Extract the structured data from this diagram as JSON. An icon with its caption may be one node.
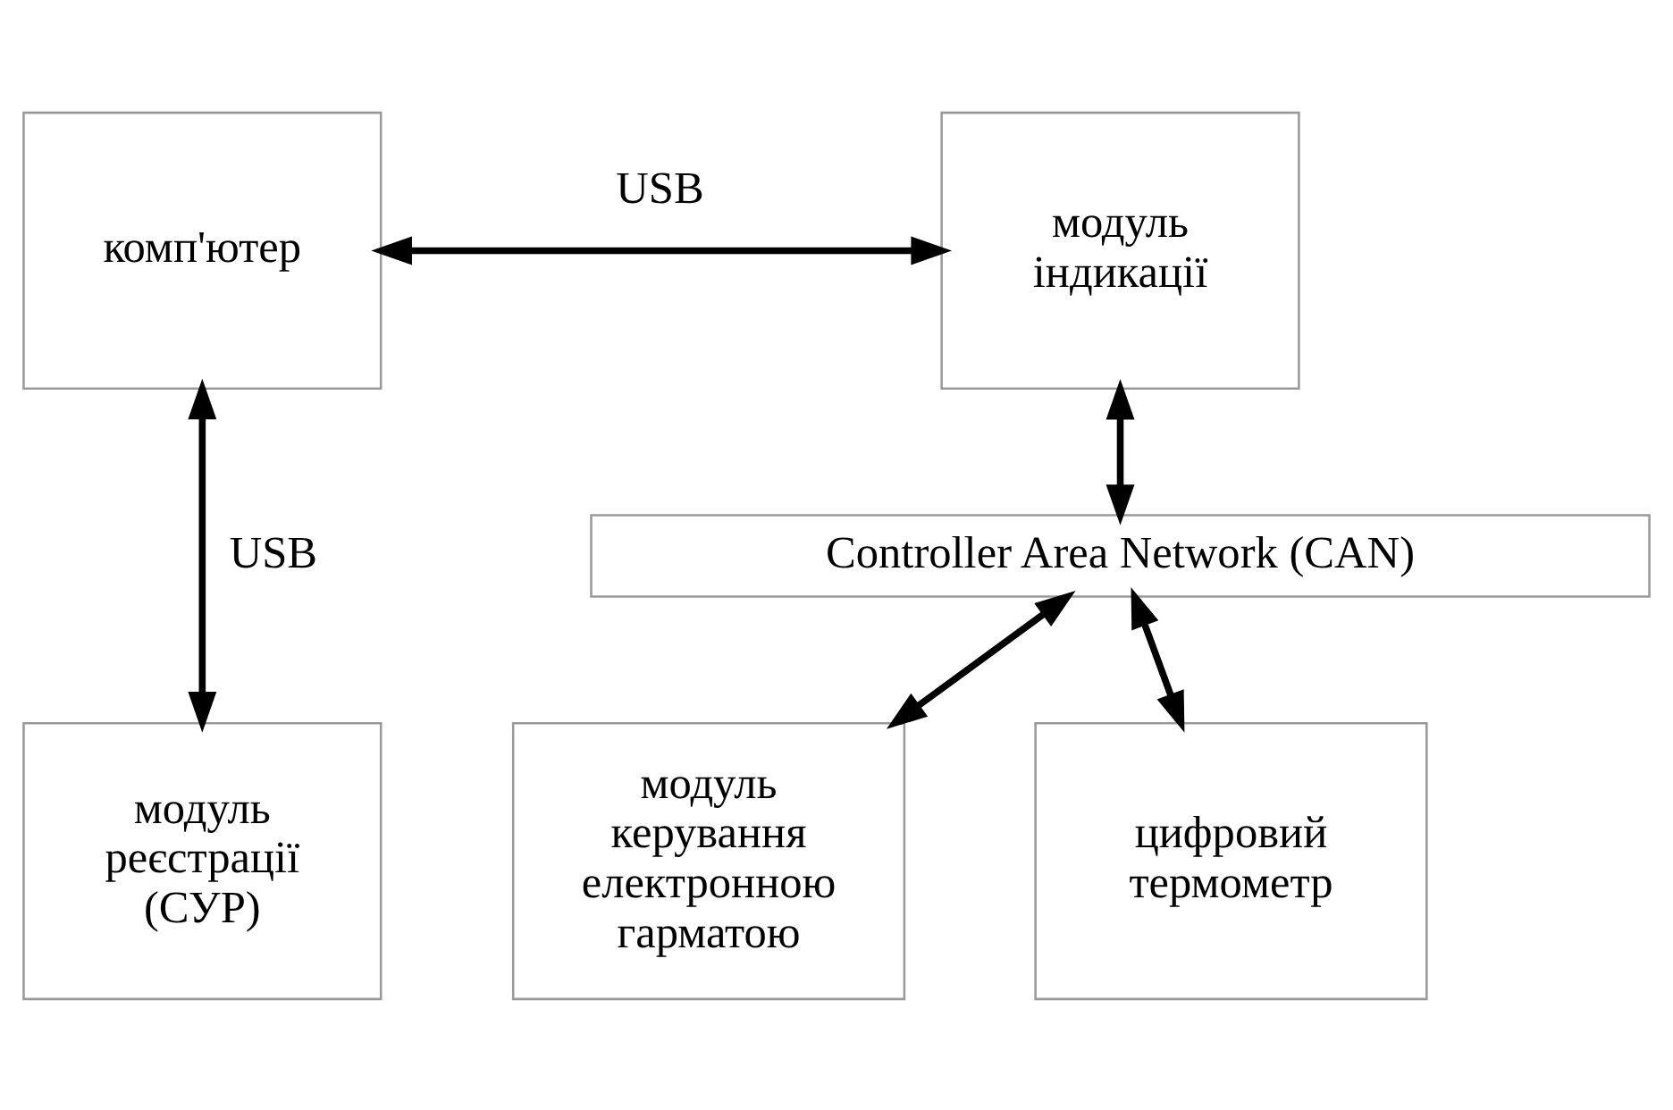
{
  "diagram": {
    "nodes": [
      {
        "text": [
          "комп'ютер"
        ]
      },
      {
        "text": [
          "модуль індикації"
        ]
      },
      {
        "text": [
          "Controller Area Network (CAN)"
        ]
      },
      {
        "text": [
          "модуль реєстрації (СУР)"
        ]
      },
      {
        "text": [
          "модуль керування електронною гарматою"
        ]
      },
      {
        "text": [
          "цифровий термометр"
        ]
      }
    ],
    "edges": [
      {
        "from": 0,
        "to": 1,
        "arrow": "both",
        "label": "USB"
      },
      {
        "from": 0,
        "to": 3,
        "arrow": "both",
        "label": "USB"
      },
      {
        "from": 1,
        "to": 2,
        "arrow": "both"
      },
      {
        "from": 2,
        "to": 4,
        "arrow": "both"
      },
      {
        "from": 2,
        "to": 5,
        "arrow": "both"
      }
    ]
  }
}
